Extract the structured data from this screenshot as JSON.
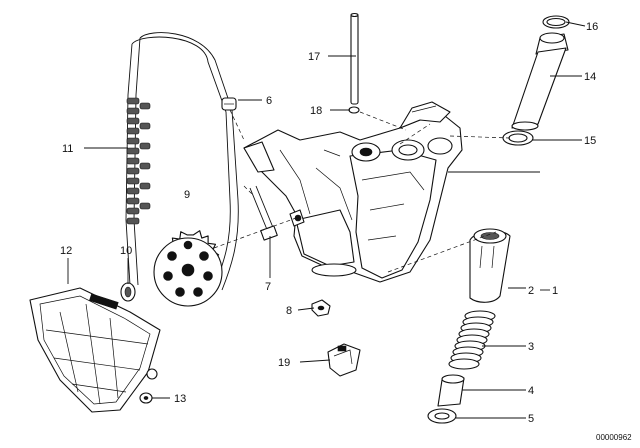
{
  "callouts": {
    "c1": "1",
    "c2": "2",
    "c3": "3",
    "c4": "4",
    "c5": "5",
    "c6": "6",
    "c7": "7",
    "c8": "8",
    "c9": "9",
    "c10": "10",
    "c11": "11",
    "c12": "12",
    "c13": "13",
    "c14": "14",
    "c15": "15",
    "c16": "16",
    "c17": "17",
    "c18": "18",
    "c19": "19"
  },
  "document_id": "00000962"
}
